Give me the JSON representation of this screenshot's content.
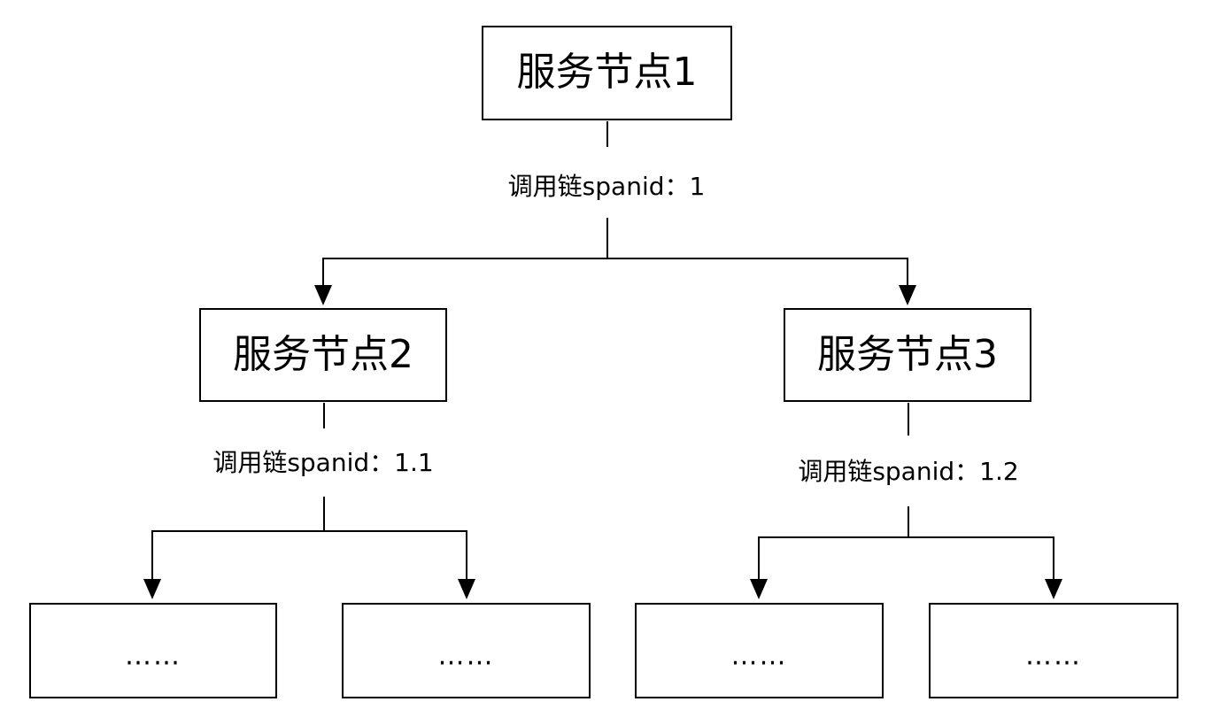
{
  "nodes": {
    "root": {
      "label": "服务节点1"
    },
    "child_left": {
      "label": "服务节点2"
    },
    "child_right": {
      "label": "服务节点3"
    },
    "leaves": [
      {
        "label": "……"
      },
      {
        "label": "……"
      },
      {
        "label": "……"
      },
      {
        "label": "……"
      }
    ]
  },
  "edge_labels": {
    "root": "调用链spanid：1",
    "child_left": "调用链spanid：1.1",
    "child_right": "调用链spanid：1.2"
  }
}
